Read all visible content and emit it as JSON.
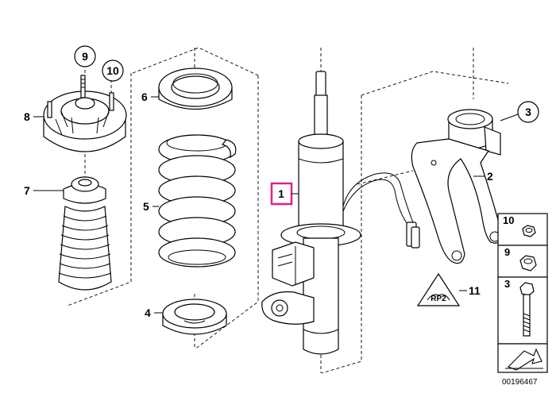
{
  "diagram": {
    "callouts": {
      "p1": "1",
      "p2": "2",
      "p3": "3",
      "p4": "4",
      "p5": "5",
      "p6": "6",
      "p7": "7",
      "p8": "8",
      "p9": "9",
      "p10": "10",
      "p11": "11"
    },
    "legend": {
      "item10": "10",
      "item9": "9",
      "item3": "3"
    },
    "warning_label": "RP2",
    "document_number": "00196467",
    "colors": {
      "highlight_box": "#e0218a",
      "line": "#000000"
    }
  }
}
